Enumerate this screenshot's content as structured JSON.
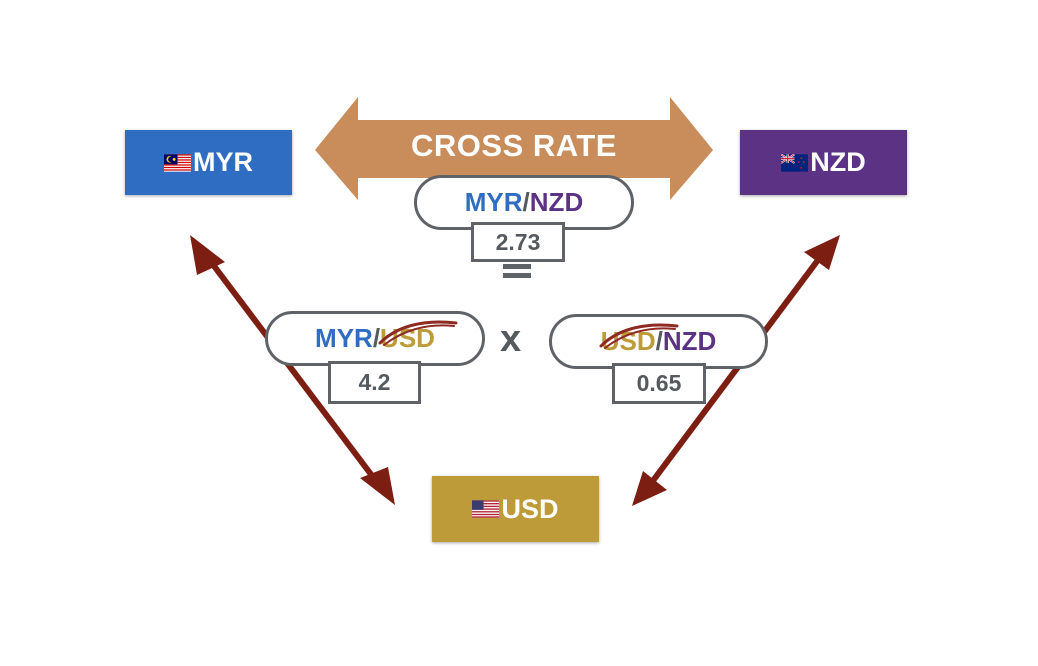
{
  "colors": {
    "myr": "#2f6dc3",
    "nzd": "#5c3384",
    "usd": "#bd9b38",
    "banner": "#c98c5b",
    "arrow": "#7c1e12",
    "border": "#5f6367",
    "strike": "#8e2a22"
  },
  "currencies": {
    "myr": {
      "label": "MYR",
      "flag": "malaysia-flag-icon"
    },
    "nzd": {
      "label": "NZD",
      "flag": "new-zealand-flag-icon"
    },
    "usd": {
      "label": "USD",
      "flag": "usa-flag-icon"
    }
  },
  "banner": {
    "label": "CROSS RATE"
  },
  "pairs": {
    "cross": {
      "base": "MYR",
      "slash": "/",
      "quote": "NZD",
      "value": "2.73"
    },
    "left": {
      "base": "MYR",
      "slash": "/",
      "quote": "USD",
      "value": "4.2",
      "struck": "USD"
    },
    "right": {
      "base": "USD",
      "slash": "/",
      "quote": "NZD",
      "value": "0.65",
      "struck": "USD"
    }
  },
  "operators": {
    "equals": "=",
    "times": "x"
  }
}
